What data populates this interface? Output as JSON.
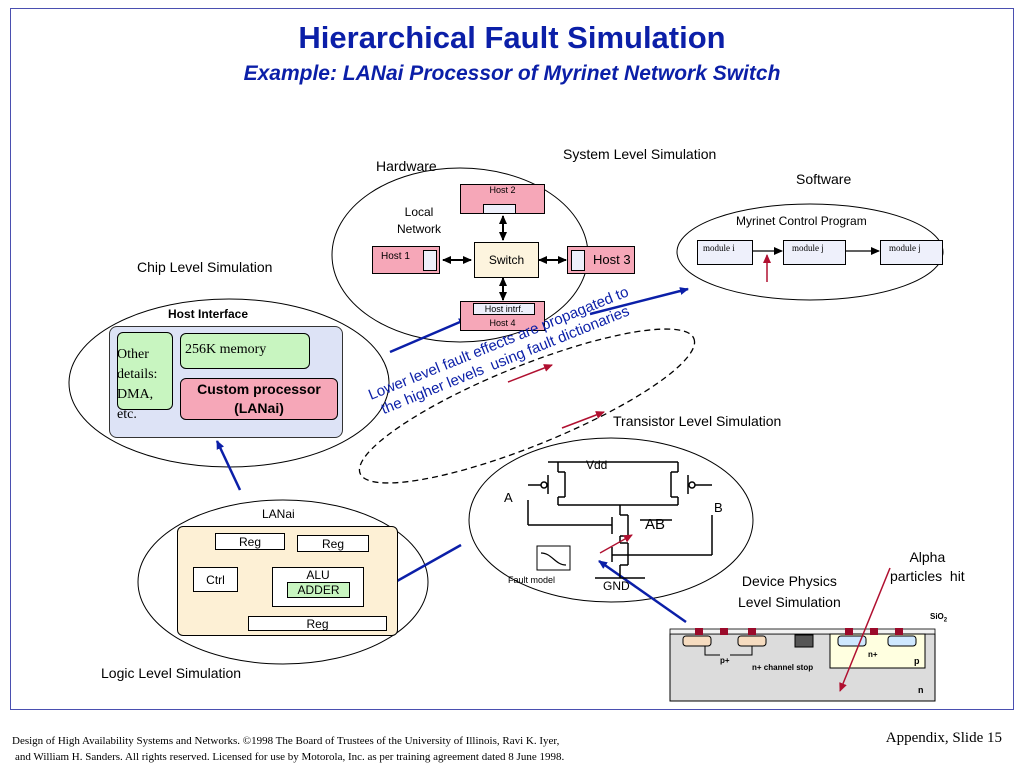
{
  "title": "Hierarchical Fault Simulation",
  "subtitle": "Example: LANai Processor of Myrinet Network Switch",
  "system": {
    "label": "System Level Simulation",
    "hardware_label": "Hardware",
    "software_label": "Software",
    "local_network": "Local\nNetwork",
    "host1": "Host 1",
    "host2": "Host 2",
    "host3": "Host 3",
    "host4": "Host 4",
    "host_intrf": "Host intrf.",
    "switch": "Switch",
    "program_label": "Myrinet Control Program",
    "modules": [
      "module i",
      "module j",
      "module j"
    ]
  },
  "chip": {
    "label": "Chip Level Simulation",
    "host_interface": "Host Interface",
    "other_details": "Other\ndetails:\nDMA,\netc.",
    "memory": "256K memory",
    "processor": "Custom processor\n(LANai)"
  },
  "propagation_note": "Lower level fault effects are propagated to\nthe higher levels  using fault dictionaries",
  "transistor": {
    "label": "Transistor Level Simulation",
    "vdd": "Vdd",
    "gnd": "GND",
    "a": "A",
    "b": "B",
    "ab": "AB",
    "fault_model": "Fault model"
  },
  "logic": {
    "label": "Logic Level Simulation",
    "lanai": "LANai",
    "reg1": "Reg",
    "reg2": "Reg",
    "reg3": "Reg",
    "ctrl": "Ctrl",
    "alu": "ALU",
    "adder": "ADDER"
  },
  "device": {
    "label": "Device Physics\nLevel Simulation",
    "alpha": "Alpha\nparticles  hit",
    "sio2": "SiO",
    "sio2_sub": "2",
    "pplus": "p+",
    "nplus": "n+",
    "channel_stop": "n+ channel stop",
    "p": "p",
    "n": "n"
  },
  "footer": {
    "line1": "Design of High Availability Systems and Networks.  ©1998 The Board of Trustees of the University of Illinois, Ravi K. Iyer,",
    "line2": "and William H. Sanders.  All rights reserved.  Licensed for use by Motorola, Inc. as per training agreement dated 8 June 1998.",
    "slide": "Appendix, Slide 15"
  },
  "colors": {
    "title": "#0b1fa8",
    "arrow_blue": "#0b1fa8",
    "arrow_red": "#b01030",
    "pink": "#f6a7b8",
    "green": "#c8f5c0",
    "cream": "#fdf0d5"
  }
}
